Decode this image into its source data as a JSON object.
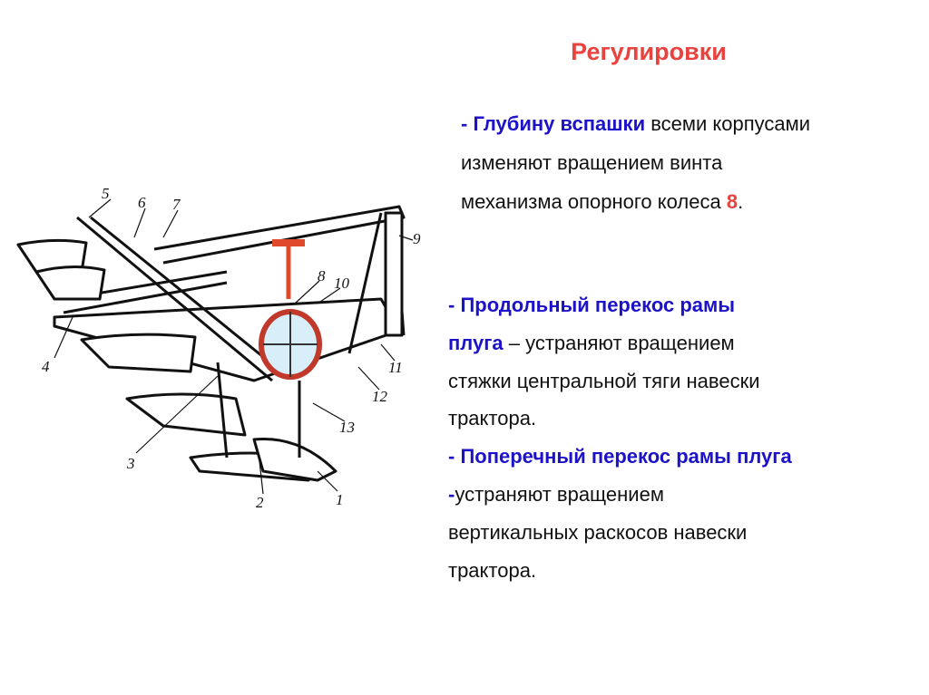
{
  "title": "Регулировки",
  "paragraph1": {
    "lead": "- Глубину вспашки",
    "text1": " всеми корпусами",
    "line2": "изменяют вращением винта",
    "line3_text": "механизма опорного колеса ",
    "line3_num": "8",
    "line3_end": "."
  },
  "paragraph2": {
    "lead1": "- Продольный перекос рамы",
    "lead2": "плуга",
    "text1": " – устраняют вращением",
    "line3": "стяжки центральной тяги навески",
    "line4": "трактора.",
    "lead3": "- Поперечный перекос рамы плуга",
    "dash": "-",
    "line6": "устраняют вращением",
    "line7": "вертикальных раскосов навески",
    "line8": "трактора."
  },
  "diagram": {
    "labels": [
      "1",
      "2",
      "3",
      "4",
      "5",
      "6",
      "7",
      "8",
      "9",
      "10",
      "11",
      "12",
      "13"
    ]
  },
  "colors": {
    "title": "#e8433f",
    "emphasis": "#1c12c8",
    "handle": "#e04a2a"
  }
}
